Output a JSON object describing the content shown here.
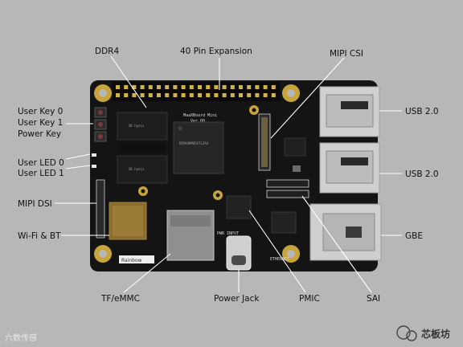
{
  "callouts": {
    "ddr4": "DDR4",
    "pin_expansion": "40 Pin Expansion",
    "mipi_csi": "MIPI CSI",
    "user_key0": "User Key 0",
    "user_key1": "User Key 1",
    "power_key": "Power Key",
    "user_led0": "User LED 0",
    "user_led1": "User LED 1",
    "mipi_dsi": "MIPI DSI",
    "wifi_bt": "Wi-Fi & BT",
    "usb20_top": "USB 2.0",
    "usb20_bottom": "USB 2.0",
    "gbe": "GBE",
    "tf_emmc": "TF/eMMC",
    "power_jack": "Power Jack",
    "pmic": "PMIC",
    "sai": "SAI"
  },
  "silkscreen": {
    "board_name": "MaaXBoard Mini",
    "version": "Ver.00",
    "raspberry_label": "Rainbow",
    "usb_c_label": "PWR INPUT",
    "ethernet_label": "ETHERNET"
  },
  "chip_marks": {
    "soc": "MIMX8MM6DVTLZAA",
    "ddr_top": "SK hynix",
    "ddr_bottom": "SK hynix"
  },
  "watermarks": {
    "left": "六数传感",
    "right": "芯板坊"
  },
  "colors": {
    "background": "#b7b7b7",
    "board": "#141414",
    "callout_line": "#ffffff",
    "gold_pad": "#c8a53a"
  }
}
